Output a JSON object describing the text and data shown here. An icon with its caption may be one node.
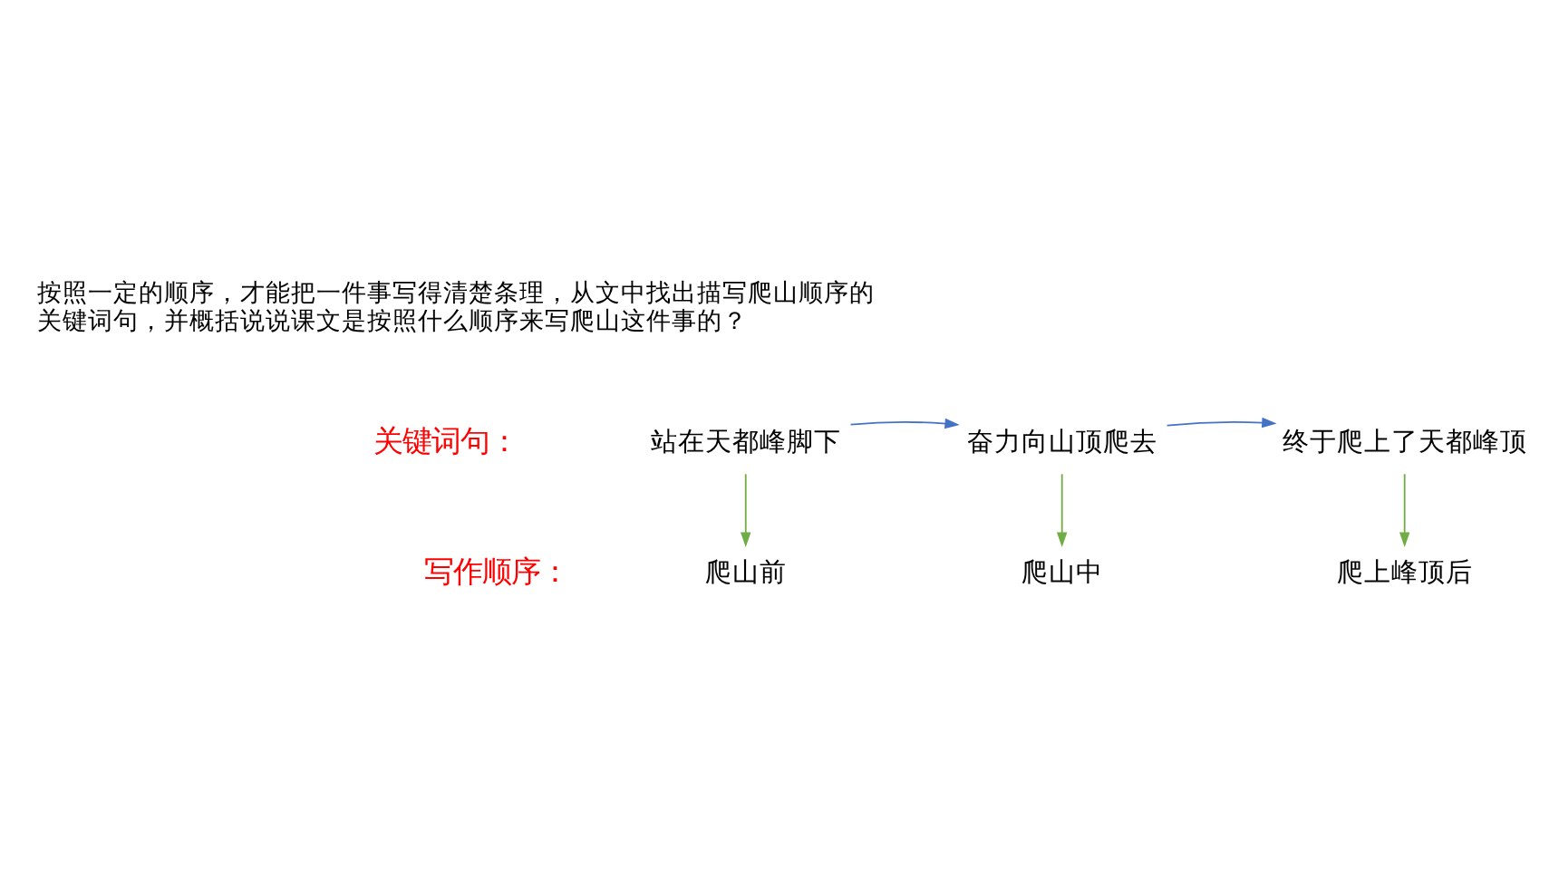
{
  "diagram": {
    "nodes": [
      {
        "text": [
          "站在天都峰脚下"
        ]
      },
      {
        "text": [
          "奋力向山顶爬去"
        ]
      },
      {
        "text": [
          "终于爬上了天都峰顶"
        ]
      },
      {
        "text": [
          "爬山前"
        ]
      },
      {
        "text": [
          "爬山中"
        ]
      },
      {
        "text": [
          "爬上峰顶后"
        ]
      }
    ],
    "edges": [
      {
        "from": 0,
        "to": 1,
        "arrow": "to",
        "color": "#4472c4"
      },
      {
        "from": 1,
        "to": 2,
        "arrow": "to",
        "color": "#4472c4"
      },
      {
        "from": 0,
        "to": 3,
        "arrow": "to"
      },
      {
        "from": 1,
        "to": 4,
        "arrow": "to"
      },
      {
        "from": 2,
        "to": 5,
        "arrow": "to"
      }
    ],
    "labels": [
      "按照一定的顺序，才能把一件事写得清楚条理，从文中找出描写爬山顺序的关键词句，并概括说说课文是按照什么顺序来写爬山这件事的？",
      "关键词句：",
      "写作顺序："
    ]
  }
}
